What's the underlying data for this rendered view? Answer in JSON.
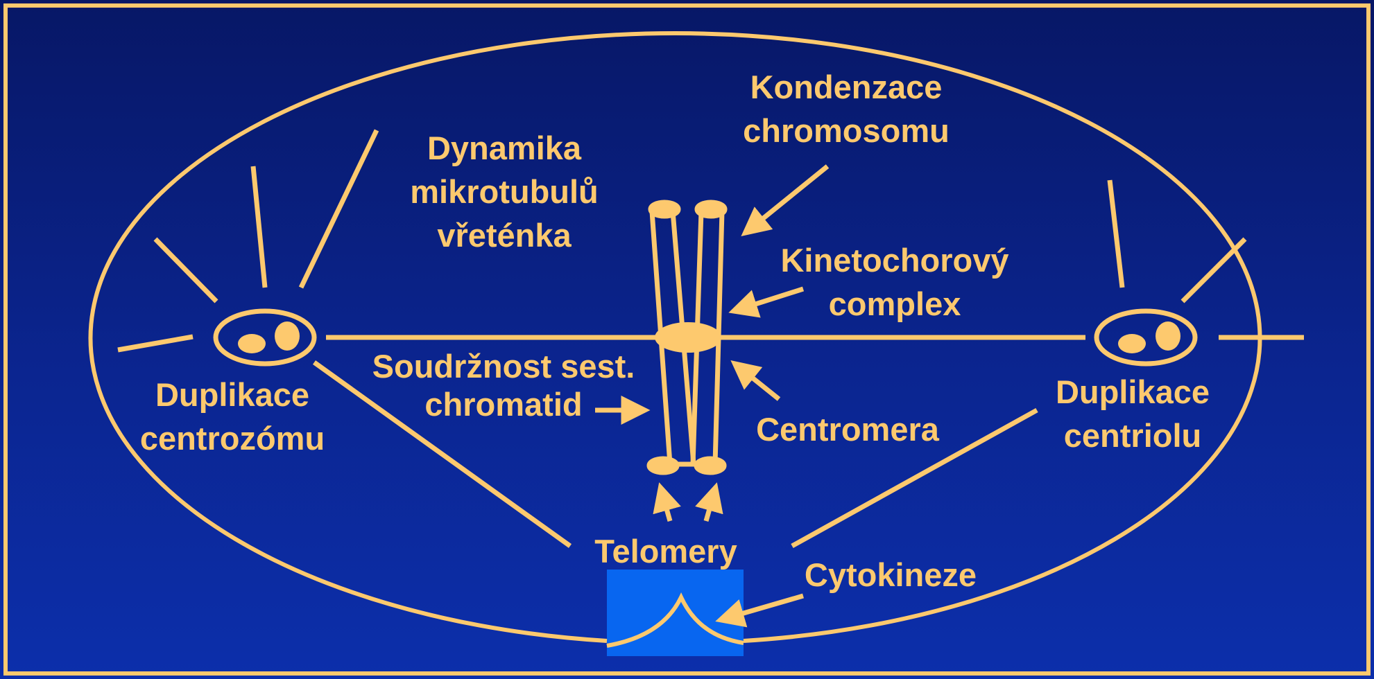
{
  "colors": {
    "background_top": "#071766",
    "background_bottom": "#0c2fab",
    "line": "#fdc96e",
    "highlight_box": "#0866f0"
  },
  "labels": {
    "condensation": [
      "Kondenzace",
      "chromosomu"
    ],
    "dynamics": [
      "Dynamika",
      "mikrotubulů",
      "vřeténka"
    ],
    "kinetochore": [
      "Kinetochorový",
      "complex"
    ],
    "cohesion": [
      "Soudržnost sest.",
      "chromatid"
    ],
    "centromere": "Centromera",
    "centrosome_dup": [
      "Duplikace",
      "centrozómu"
    ],
    "centriole_dup": [
      "Duplikace",
      "centriolu"
    ],
    "telomeres": "Telomery",
    "cytokinesis": "Cytokineze"
  }
}
